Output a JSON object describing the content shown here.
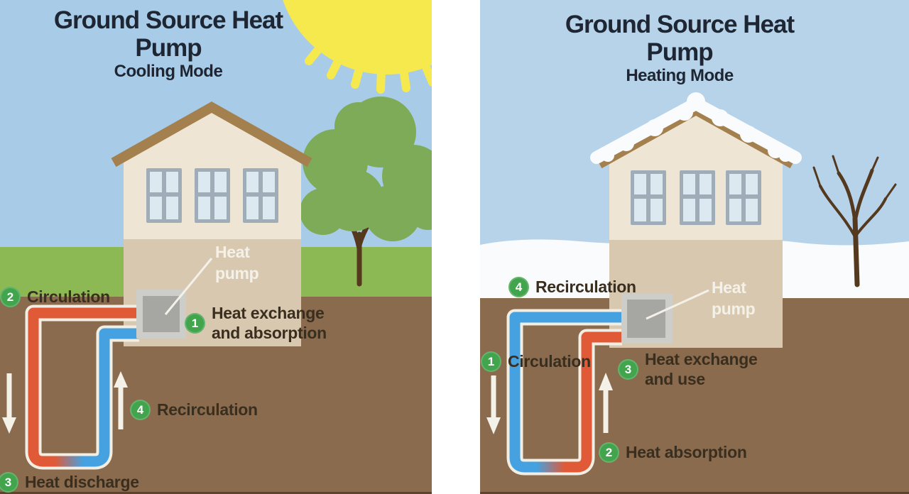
{
  "panels": {
    "left": {
      "title": "Ground Source Heat Pump",
      "subtitle": "Cooling Mode",
      "heat_pump": {
        "line1": "Heat",
        "line2": "pump"
      },
      "steps": {
        "exchange": {
          "num": "1",
          "line1": "Heat exchange",
          "line2": "and absorption"
        },
        "circulation": {
          "num": "2",
          "label": "Circulation"
        },
        "discharge": {
          "num": "3",
          "label": "Heat discharge"
        },
        "recirculation": {
          "num": "4",
          "label": "Recirculation"
        }
      }
    },
    "right": {
      "title": "Ground Source Heat Pump",
      "subtitle": "Heating Mode",
      "heat_pump": {
        "line1": "Heat",
        "line2": "pump"
      },
      "steps": {
        "circulation": {
          "num": "1",
          "label": "Circulation"
        },
        "absorption": {
          "num": "2",
          "label": "Heat absorption"
        },
        "exchange": {
          "num": "3",
          "line1": "Heat exchange",
          "line2": "and use"
        },
        "recirculation": {
          "num": "4",
          "label": "Recirculation"
        }
      }
    }
  },
  "colors": {
    "sky_left": "#a8cce8",
    "sky_right": "#b7d3ea",
    "grass": "#8db954",
    "dirt": "#8a6b4e",
    "snow": "#fafbfc",
    "sun": "#f6e94d",
    "tree_leaf": "#7dab57",
    "tree_trunk": "#54391f",
    "house_wall": "#eee5d4",
    "house_base": "#d9c8b0",
    "roof": "#a3804e",
    "window_frame": "#9fadb8",
    "window_glass": "#dde9f1",
    "pump_outer": "#cdcec9",
    "pump_inner": "#a6a7a3",
    "pipe_hot": "#e05a38",
    "pipe_cold": "#45a1e0",
    "pipe_casing": "#f2eee4",
    "arrow": "#f4f1e9",
    "step_badge": "#42a44d",
    "label_text": "#3a2e1f",
    "title_text": "#1e2633"
  }
}
